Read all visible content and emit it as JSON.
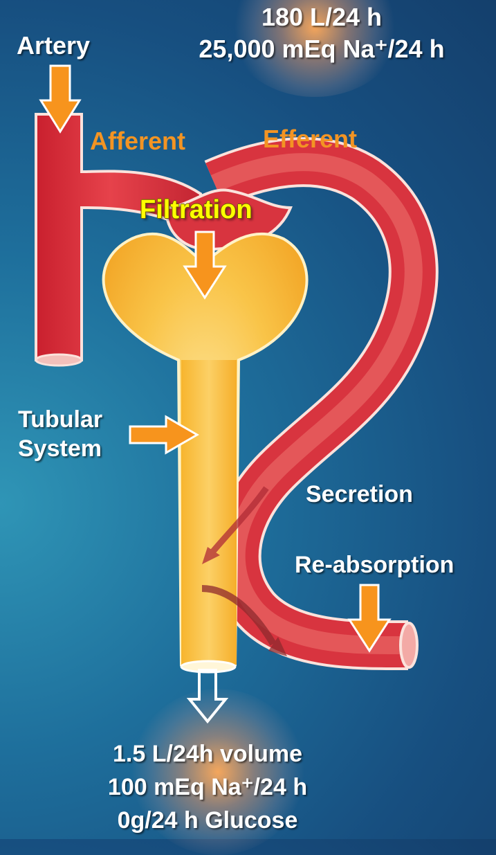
{
  "top_label": {
    "line1": "180 L/24 h",
    "line2": "25,000 mEq Na⁺/24 h"
  },
  "labels": {
    "artery": "Artery",
    "afferent": "Afferent",
    "efferent": "Efferent",
    "filtration": "Filtration",
    "tubular_line1": "Tubular",
    "tubular_line2": "System",
    "secretion": "Secretion",
    "reabsorption": "Re-absorption"
  },
  "bottom_label": {
    "line1": "1.5 L/24h volume",
    "line2": "100 mEq Na⁺/24 h",
    "line3": "0g/24 h Glucose"
  },
  "colors": {
    "vessel": "#d8343f",
    "tubule": "#f9c13a",
    "arrow": "#f7941d",
    "label_orange": "#f39423",
    "label_yellow": "#ffff00"
  }
}
